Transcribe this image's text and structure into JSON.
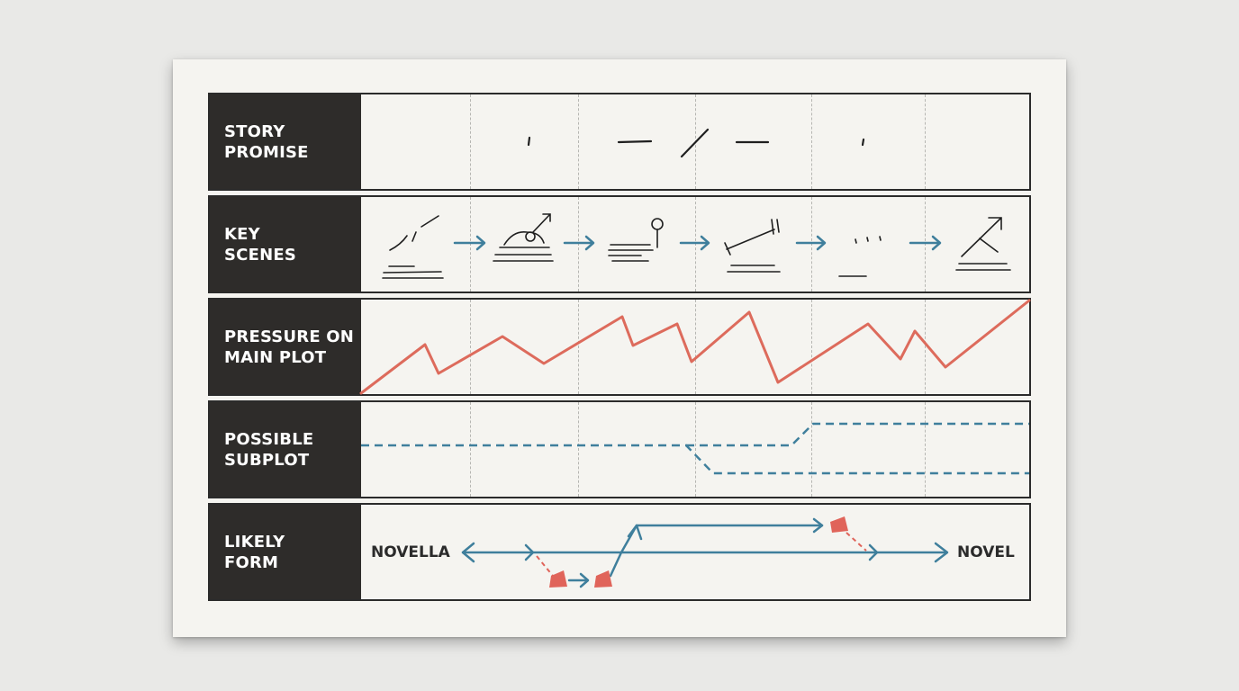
{
  "rows": [
    {
      "label_line1": "STORY",
      "label_line2": "PROMISE"
    },
    {
      "label_line1": "KEY",
      "label_line2": "SCENES"
    },
    {
      "label_line1": "PRESSURE ON",
      "label_line2": "MAIN PLOT"
    },
    {
      "label_line1": "POSSIBLE",
      "label_line2": "SUBPLOT"
    },
    {
      "label_line1": "LIKELY",
      "label_line2": "FORM"
    }
  ],
  "form": {
    "left_label": "NOVELLA",
    "right_label": "NOVEL"
  },
  "colors": {
    "label_bg": "#2e2c2a",
    "pressure_line": "#dd6b5c",
    "subplot_line": "#3f7f9c",
    "form_arrow": "#3f7f9c",
    "marker": "#e0645a"
  }
}
